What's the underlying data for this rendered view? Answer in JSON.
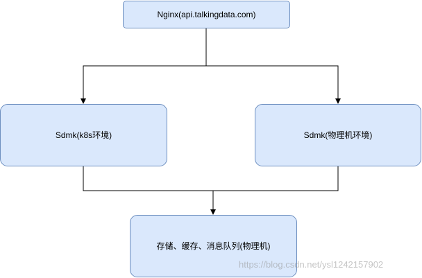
{
  "nodes": {
    "nginx": {
      "label": "Nginx(api.talkingdata.com)"
    },
    "sdmk_k8s": {
      "label": "Sdmk(k8s环境)"
    },
    "sdmk_physical": {
      "label": "Sdmk(物理机环境)"
    },
    "storage": {
      "label": "存储、缓存、消息队列(物理机)"
    }
  },
  "edges": [
    {
      "from": "nginx",
      "to": "sdmk_k8s"
    },
    {
      "from": "nginx",
      "to": "sdmk_physical"
    },
    {
      "from": "sdmk_k8s",
      "to": "storage"
    },
    {
      "from": "sdmk_physical",
      "to": "storage"
    }
  ],
  "watermark": "https://blog.csdn.net/ysl1242157902",
  "colors": {
    "node_fill": "#dae8fc",
    "node_stroke": "#6c8ebf",
    "edge": "#000000"
  }
}
